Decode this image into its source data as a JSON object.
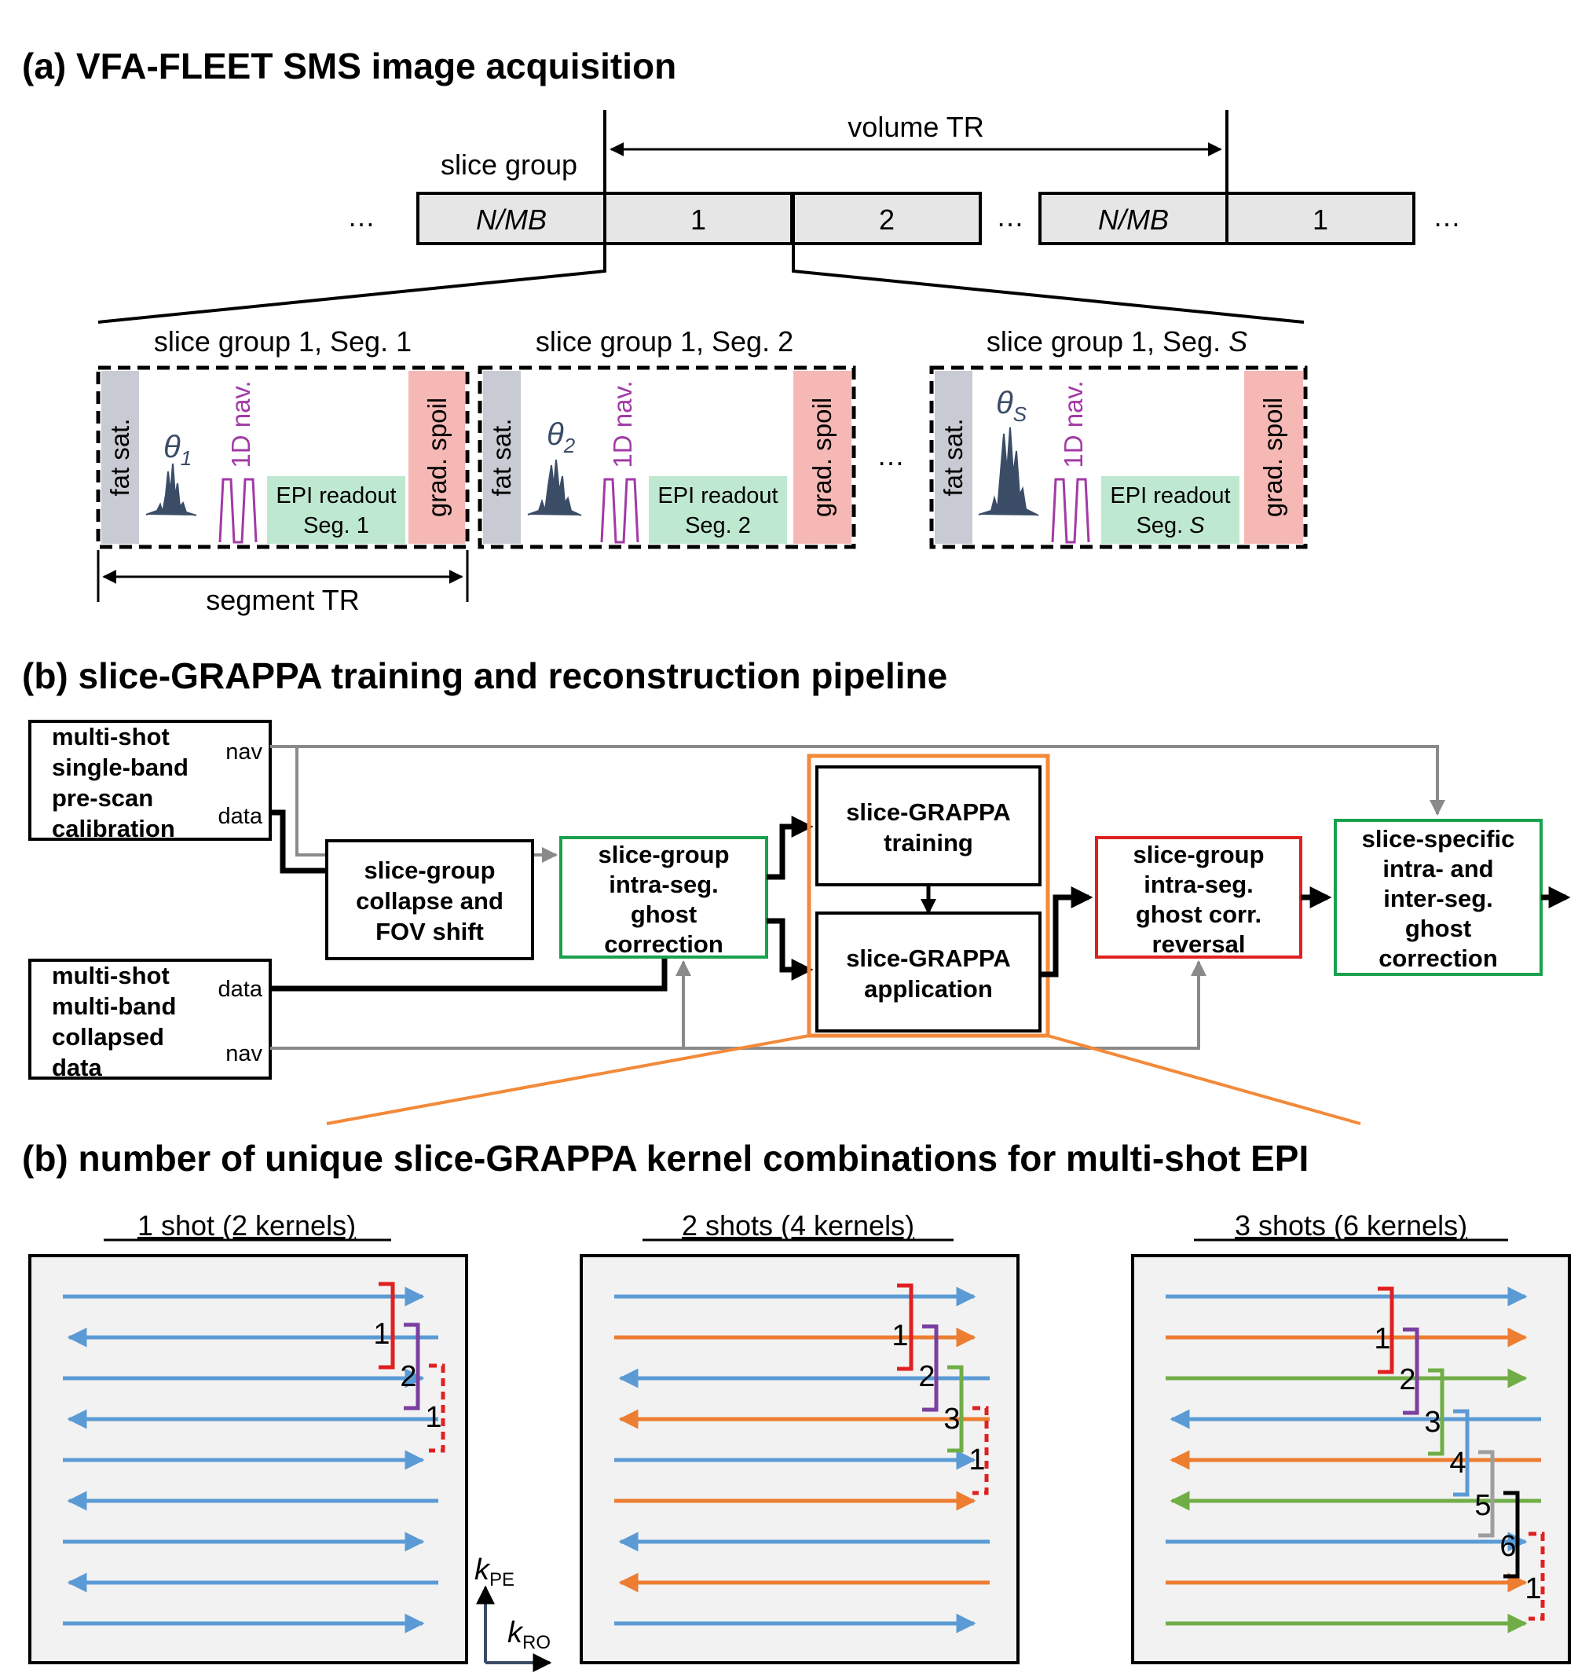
{
  "colors": {
    "fat_sat": "#c8cbd3",
    "epi_readout": "#bfe8d1",
    "grad_spoil": "#f6b8b4",
    "nav": "#a23aa6",
    "pulse": "#3a4c66",
    "box_fill": "#e6e6e6",
    "panel_fill": "#f2f2f2",
    "green_box": "#1aa14e",
    "red_box": "#e02020",
    "orange_box": "#f28a3a",
    "gray_arrow": "#8a8a8a",
    "blue_line": "#5b9bd5",
    "orange_line": "#ed7d31",
    "green_line": "#70ad47"
  },
  "section_a": {
    "title": "(a) VFA-FLEET SMS image acquisition",
    "volume_tr": "volume TR",
    "slice_group": "slice group",
    "ellipsis": "…",
    "groups": [
      "N/MB",
      "1",
      "2",
      "N/MB",
      "1"
    ],
    "segments": [
      {
        "title": "slice group 1, Seg. 1",
        "theta": "θ",
        "theta_sub": "1",
        "readout_line1": "EPI readout",
        "readout_line2": "Seg. 1"
      },
      {
        "title": "slice group 1, Seg. 2",
        "theta": "θ",
        "theta_sub": "2",
        "readout_line1": "EPI readout",
        "readout_line2": "Seg. 2"
      },
      {
        "title_prefix": "slice group 1, Seg. ",
        "title_var": "S",
        "theta": "θ",
        "theta_sub": "S",
        "readout_line1": "EPI readout",
        "readout_line2_prefix": "Seg. ",
        "readout_line2_var": "S"
      }
    ],
    "fat_sat": "fat sat.",
    "nav": "1D nav.",
    "grad_spoil": "grad. spoil",
    "segment_tr": "segment TR"
  },
  "section_b": {
    "title": "(b) slice-GRAPPA training and reconstruction pipeline",
    "input_top": [
      "multi-shot",
      "single-band",
      "pre-scan",
      "calibration"
    ],
    "input_bottom": [
      "multi-shot",
      "multi-band",
      "collapsed",
      "data"
    ],
    "nav": "nav",
    "data": "data",
    "collapse": [
      "slice-group",
      "collapse and",
      "FOV shift"
    ],
    "ghost_corr": [
      "slice-group",
      "intra-seg.",
      "ghost",
      "correction"
    ],
    "training": [
      "slice-GRAPPA",
      "training"
    ],
    "application": [
      "slice-GRAPPA",
      "application"
    ],
    "reversal": [
      "slice-group",
      "intra-seg.",
      "ghost corr.",
      "reversal"
    ],
    "specific": [
      "slice-specific",
      "intra- and",
      "inter-seg.",
      "ghost",
      "correction"
    ]
  },
  "section_c": {
    "title": "(b) number of unique slice-GRAPPA kernel combinations for multi-shot EPI",
    "panels": [
      {
        "title": "1 shot (2 kernels)",
        "kernel_labels": [
          "1",
          "2",
          "1"
        ]
      },
      {
        "title": "2 shots (4 kernels)",
        "kernel_labels": [
          "1",
          "2",
          "3",
          "1"
        ]
      },
      {
        "title": "3 shots (6 kernels)",
        "kernel_labels": [
          "1",
          "2",
          "3",
          "4",
          "5",
          "6",
          "1"
        ]
      }
    ],
    "k_pe": "k",
    "k_pe_sub": "PE",
    "k_ro": "k",
    "k_ro_sub": "RO"
  }
}
